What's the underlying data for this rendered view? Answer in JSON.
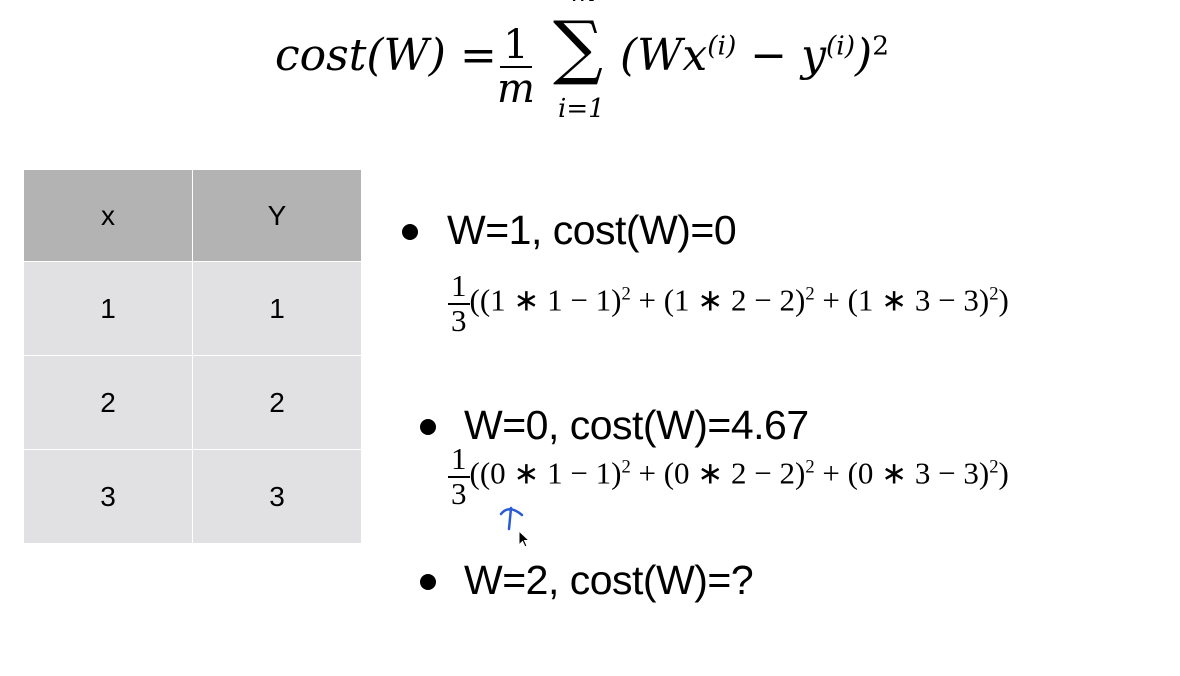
{
  "formula": {
    "lhs": "cost(W) =",
    "frac_num": "1",
    "frac_den": "m",
    "sum_symbol": "∑",
    "sum_upper": "m",
    "sum_lower": "i=1",
    "body_open": "(Wx",
    "sup_i1": "(i)",
    "minus_y": " − y",
    "sup_i2": "(i)",
    "close": ")",
    "power": "2"
  },
  "table": {
    "headers": [
      "x",
      "Y"
    ],
    "rows": [
      [
        "1",
        "1"
      ],
      [
        "2",
        "2"
      ],
      [
        "3",
        "3"
      ]
    ]
  },
  "bullets": [
    {
      "label": "W=1, cost(W)=0",
      "frac_num": "1",
      "frac_den": "3",
      "terms": [
        "((1 ∗ 1 − 1)",
        " + (1 ∗ 2 − 2)",
        " + (1 ∗ 3 − 3)"
      ],
      "power": "2",
      "tail": ")"
    },
    {
      "label": "W=0, cost(W)=4.67",
      "frac_num": "1",
      "frac_den": "3",
      "terms": [
        "((0 ∗ 1 − 1)",
        " + (0 ∗ 2 − 2)",
        " + (0 ∗ 3 − 3)"
      ],
      "power": "2",
      "tail": ")"
    },
    {
      "label": "W=2, cost(W)=?"
    }
  ],
  "annotation_color": "#2a5bd7"
}
